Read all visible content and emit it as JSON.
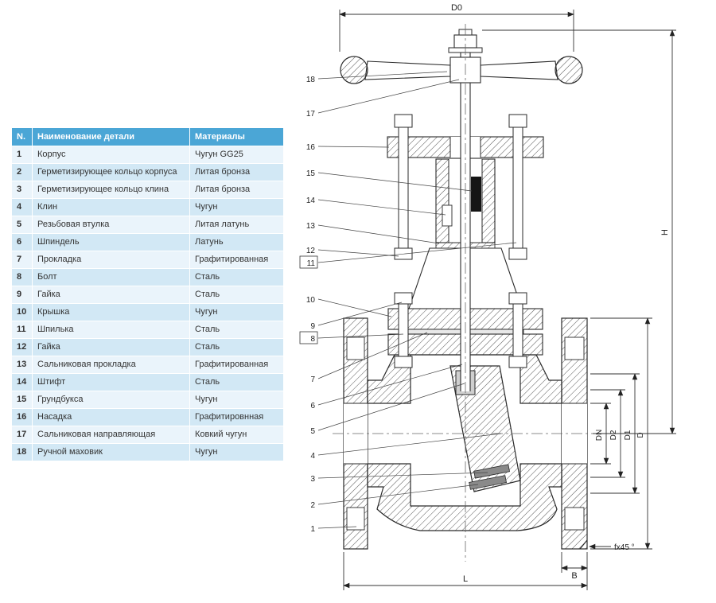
{
  "table": {
    "headers": {
      "num": "N.",
      "name": "Наименование детали",
      "material": "Материалы"
    },
    "rows": [
      {
        "num": "1",
        "name": "Корпус",
        "material": "Чугун GG25"
      },
      {
        "num": "2",
        "name": "Герметизирующее кольцо корпуса",
        "material": "Литая бронза"
      },
      {
        "num": "3",
        "name": "Герметизирующее кольцо клина",
        "material": "Литая бронза"
      },
      {
        "num": "4",
        "name": "Клин",
        "material": "Чугун"
      },
      {
        "num": "5",
        "name": "Резьбовая втулка",
        "material": "Литая латунь"
      },
      {
        "num": "6",
        "name": "Шпиндель",
        "material": "Латунь"
      },
      {
        "num": "7",
        "name": "Прокладка",
        "material": "Графитированная"
      },
      {
        "num": "8",
        "name": "Болт",
        "material": "Сталь"
      },
      {
        "num": "9",
        "name": "Гайка",
        "material": "Сталь"
      },
      {
        "num": "10",
        "name": "Крышка",
        "material": "Чугун"
      },
      {
        "num": "11",
        "name": "Шпилька",
        "material": "Сталь"
      },
      {
        "num": "12",
        "name": "Гайка",
        "material": "Сталь"
      },
      {
        "num": "13",
        "name": "Сальниковая прокладка",
        "material": "Графитированная"
      },
      {
        "num": "14",
        "name": "Штифт",
        "material": "Сталь"
      },
      {
        "num": "15",
        "name": "Грундбукса",
        "material": "Чугун"
      },
      {
        "num": "16",
        "name": "Насадка",
        "material": "Графитировнная"
      },
      {
        "num": "17",
        "name": "Сальниковая направляющая",
        "material": "Ковкий чугун"
      },
      {
        "num": "18",
        "name": "Ручной маховик",
        "material": "Чугун"
      }
    ]
  },
  "drawing": {
    "dims": {
      "d0": "D0",
      "h": "H",
      "dn": "DN",
      "d2": "D2",
      "d1": "D1",
      "d": "D",
      "b": "B",
      "l": "L",
      "chamfer": "fx45 °"
    },
    "part_labels": [
      "1",
      "2",
      "3",
      "4",
      "5",
      "6",
      "7",
      "8",
      "9",
      "10",
      "11",
      "12",
      "13",
      "14",
      "15",
      "16",
      "17",
      "18"
    ]
  },
  "colors": {
    "table_header_bg": "#4ba6d6",
    "row_odd": "#eaf4fb",
    "row_even": "#d2e8f5",
    "line": "#2a2a2a"
  }
}
